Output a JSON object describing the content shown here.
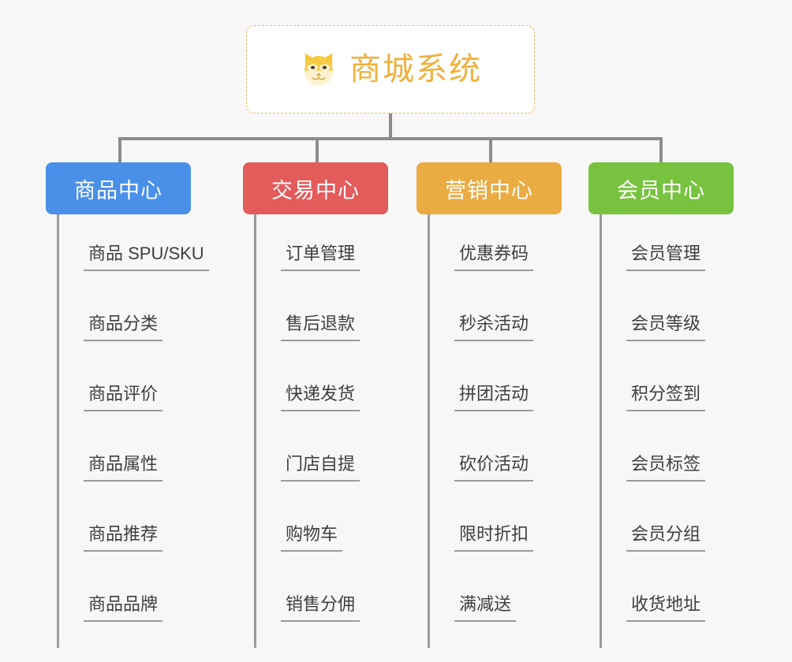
{
  "diagram": {
    "background_color": "#f7f7f7",
    "connector_color": "#8c8c8c",
    "root": {
      "title": "商城系统",
      "icon": "dog-face-icon",
      "text_color": "#f0b03c",
      "border_color": "#e8b96a",
      "background_color": "#ffffff"
    },
    "columns": [
      {
        "header": "商品中心",
        "color": "#4a90e8",
        "items": [
          "商品 SPU/SKU",
          "商品分类",
          "商品评价",
          "商品属性",
          "商品推荐",
          "商品品牌"
        ]
      },
      {
        "header": "交易中心",
        "color": "#e35b5b",
        "items": [
          "订单管理",
          "售后退款",
          "快递发货",
          "门店自提",
          "购物车",
          "销售分佣"
        ]
      },
      {
        "header": "营销中心",
        "color": "#eaab42",
        "items": [
          "优惠券码",
          "秒杀活动",
          "拼团活动",
          "砍价活动",
          "限时折扣",
          "满减送"
        ]
      },
      {
        "header": "会员中心",
        "color": "#77c33f",
        "items": [
          "会员管理",
          "会员等级",
          "积分签到",
          "会员标签",
          "会员分组",
          "收货地址"
        ]
      }
    ]
  }
}
